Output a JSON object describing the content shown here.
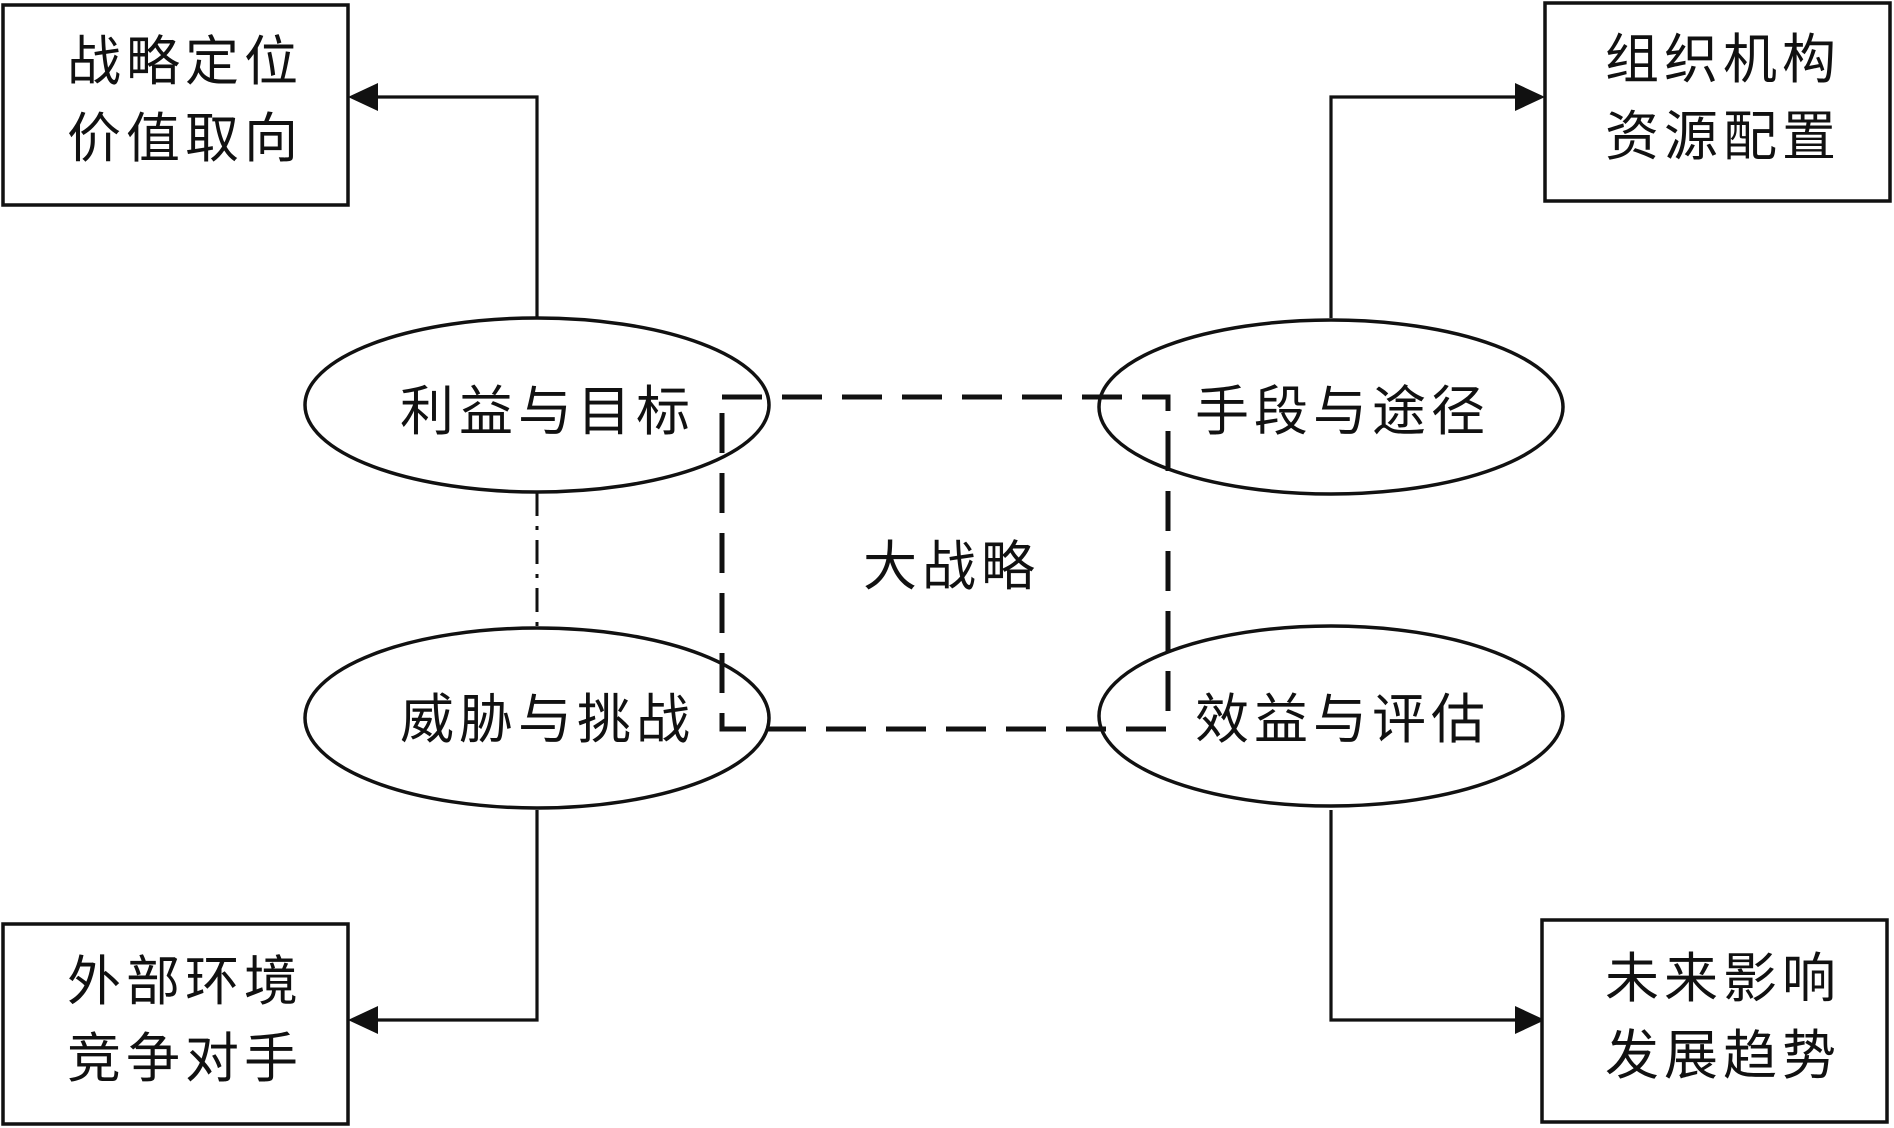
{
  "center": {
    "label": "大战略"
  },
  "ellipses": {
    "interest": "利益与目标",
    "means": "手段与途径",
    "threat": "威胁与挑战",
    "benefit": "效益与评估"
  },
  "boxes": {
    "top_left": {
      "line1": "战略定位",
      "line2": "价值取向"
    },
    "top_right": {
      "line1": "组织机构",
      "line2": "资源配置"
    },
    "bottom_left": {
      "line1": "外部环境",
      "line2": "竞争对手"
    },
    "bottom_right": {
      "line1": "未来影响",
      "line2": "发展趋势"
    }
  }
}
